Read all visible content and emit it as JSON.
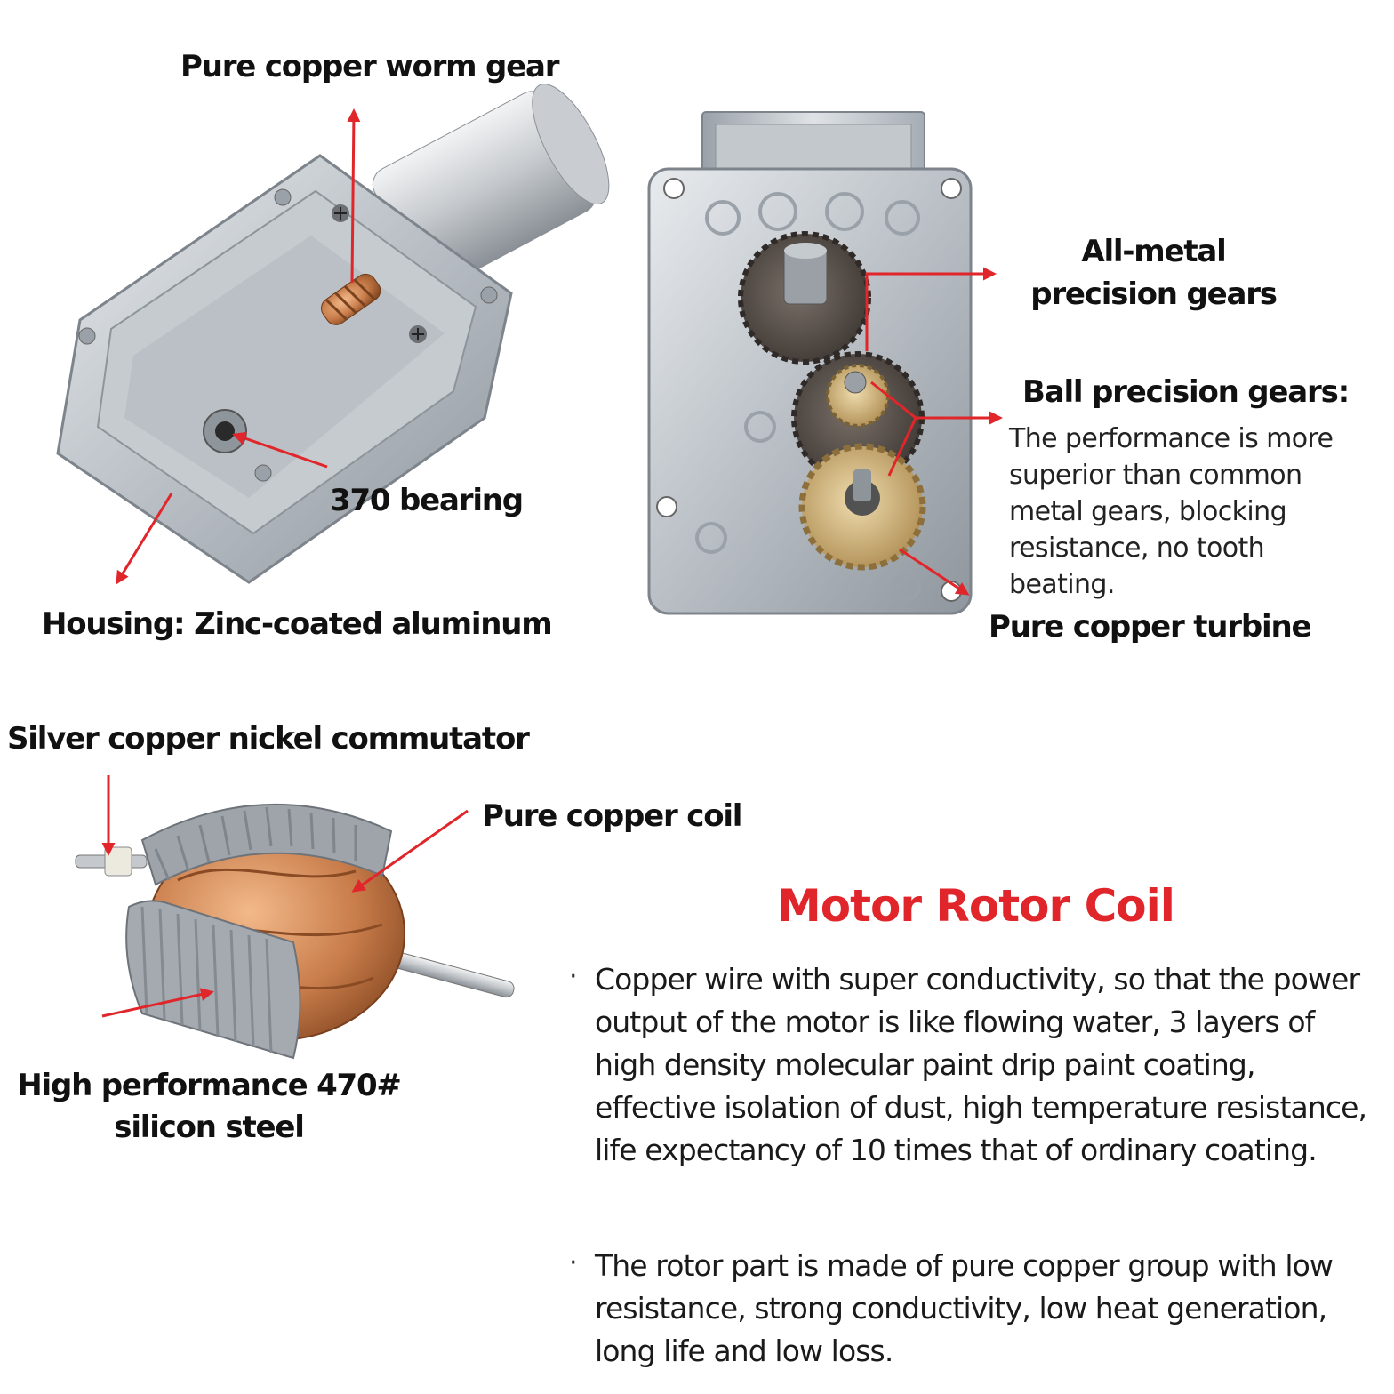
{
  "gearbox": {
    "worm_gear_label": "Pure copper worm gear",
    "bearing_label": "370 bearing",
    "housing_label": "Housing: Zinc-coated aluminum"
  },
  "gear_plate": {
    "all_metal_label_line1": "All-metal",
    "all_metal_label_line2": "precision gears",
    "ball_gears_title": "Ball precision gears:",
    "ball_gears_desc_lines": [
      "The performance is more",
      "superior than common",
      "metal gears, blocking",
      "resistance, no tooth",
      "beating."
    ],
    "turbine_label": "Pure copper turbine"
  },
  "rotor": {
    "commutator_label": "Silver copper nickel commutator",
    "coil_label": "Pure copper coil",
    "steel_label_line1": "High performance 470#",
    "steel_label_line2": "silicon steel"
  },
  "section": {
    "title": "Motor Rotor Coil",
    "title_color": "#e0262a",
    "bullet_symbol": "·",
    "bullets": [
      "Copper wire with super conductivity, so that the power output of the motor is like flowing water, 3 layers of high density molecular paint drip paint coating, effective isolation of dust, high temperature resistance, life expectancy of 10 times that of ordinary coating.",
      "The rotor part is made of pure copper group with low resistance, strong conductivity, low heat generation, long life and low loss."
    ]
  }
}
